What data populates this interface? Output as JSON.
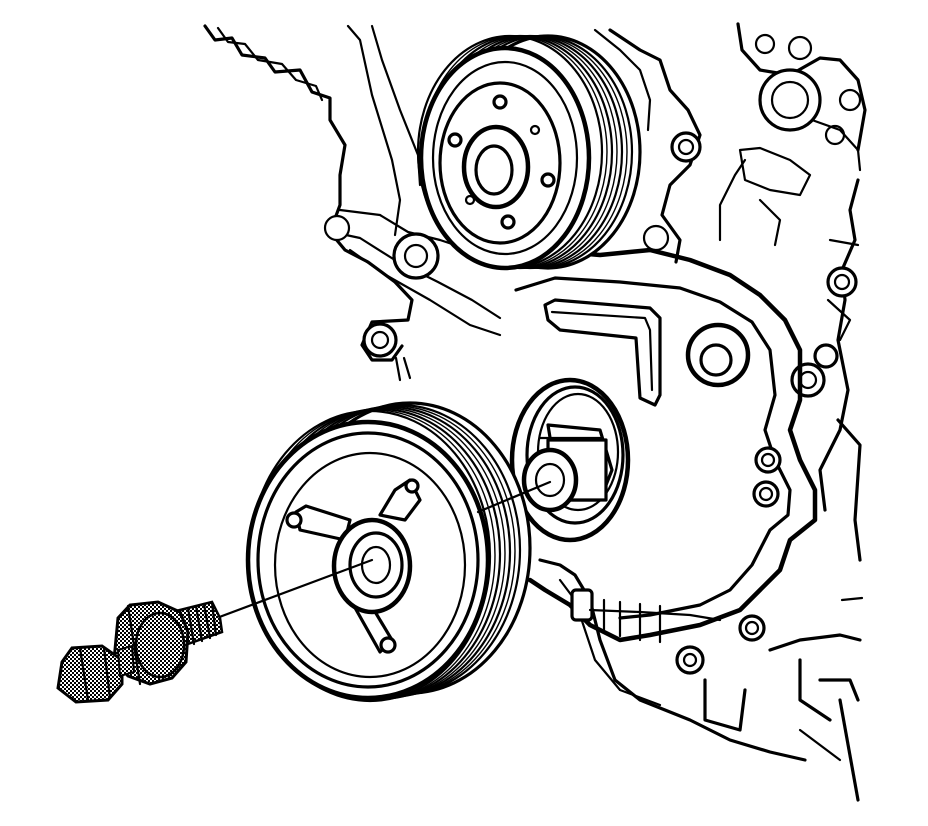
{
  "figure": {
    "palette": {
      "ink": "#000000",
      "paper": "#ffffff",
      "knurl": "#777777"
    },
    "parts": [
      {
        "id": "engine-front-cover",
        "icon": "engine-block-outline"
      },
      {
        "id": "upper-pulley",
        "icon": "pulley-icon"
      },
      {
        "id": "crankshaft-nose",
        "icon": "shaft-icon"
      },
      {
        "id": "crankshaft-balancer",
        "icon": "pulley-icon"
      },
      {
        "id": "installer-tool",
        "icon": "threaded-tool-icon"
      }
    ],
    "assembly_line": {
      "from": "installer-tool",
      "through": "crankshaft-balancer",
      "to": "crankshaft-nose"
    }
  }
}
